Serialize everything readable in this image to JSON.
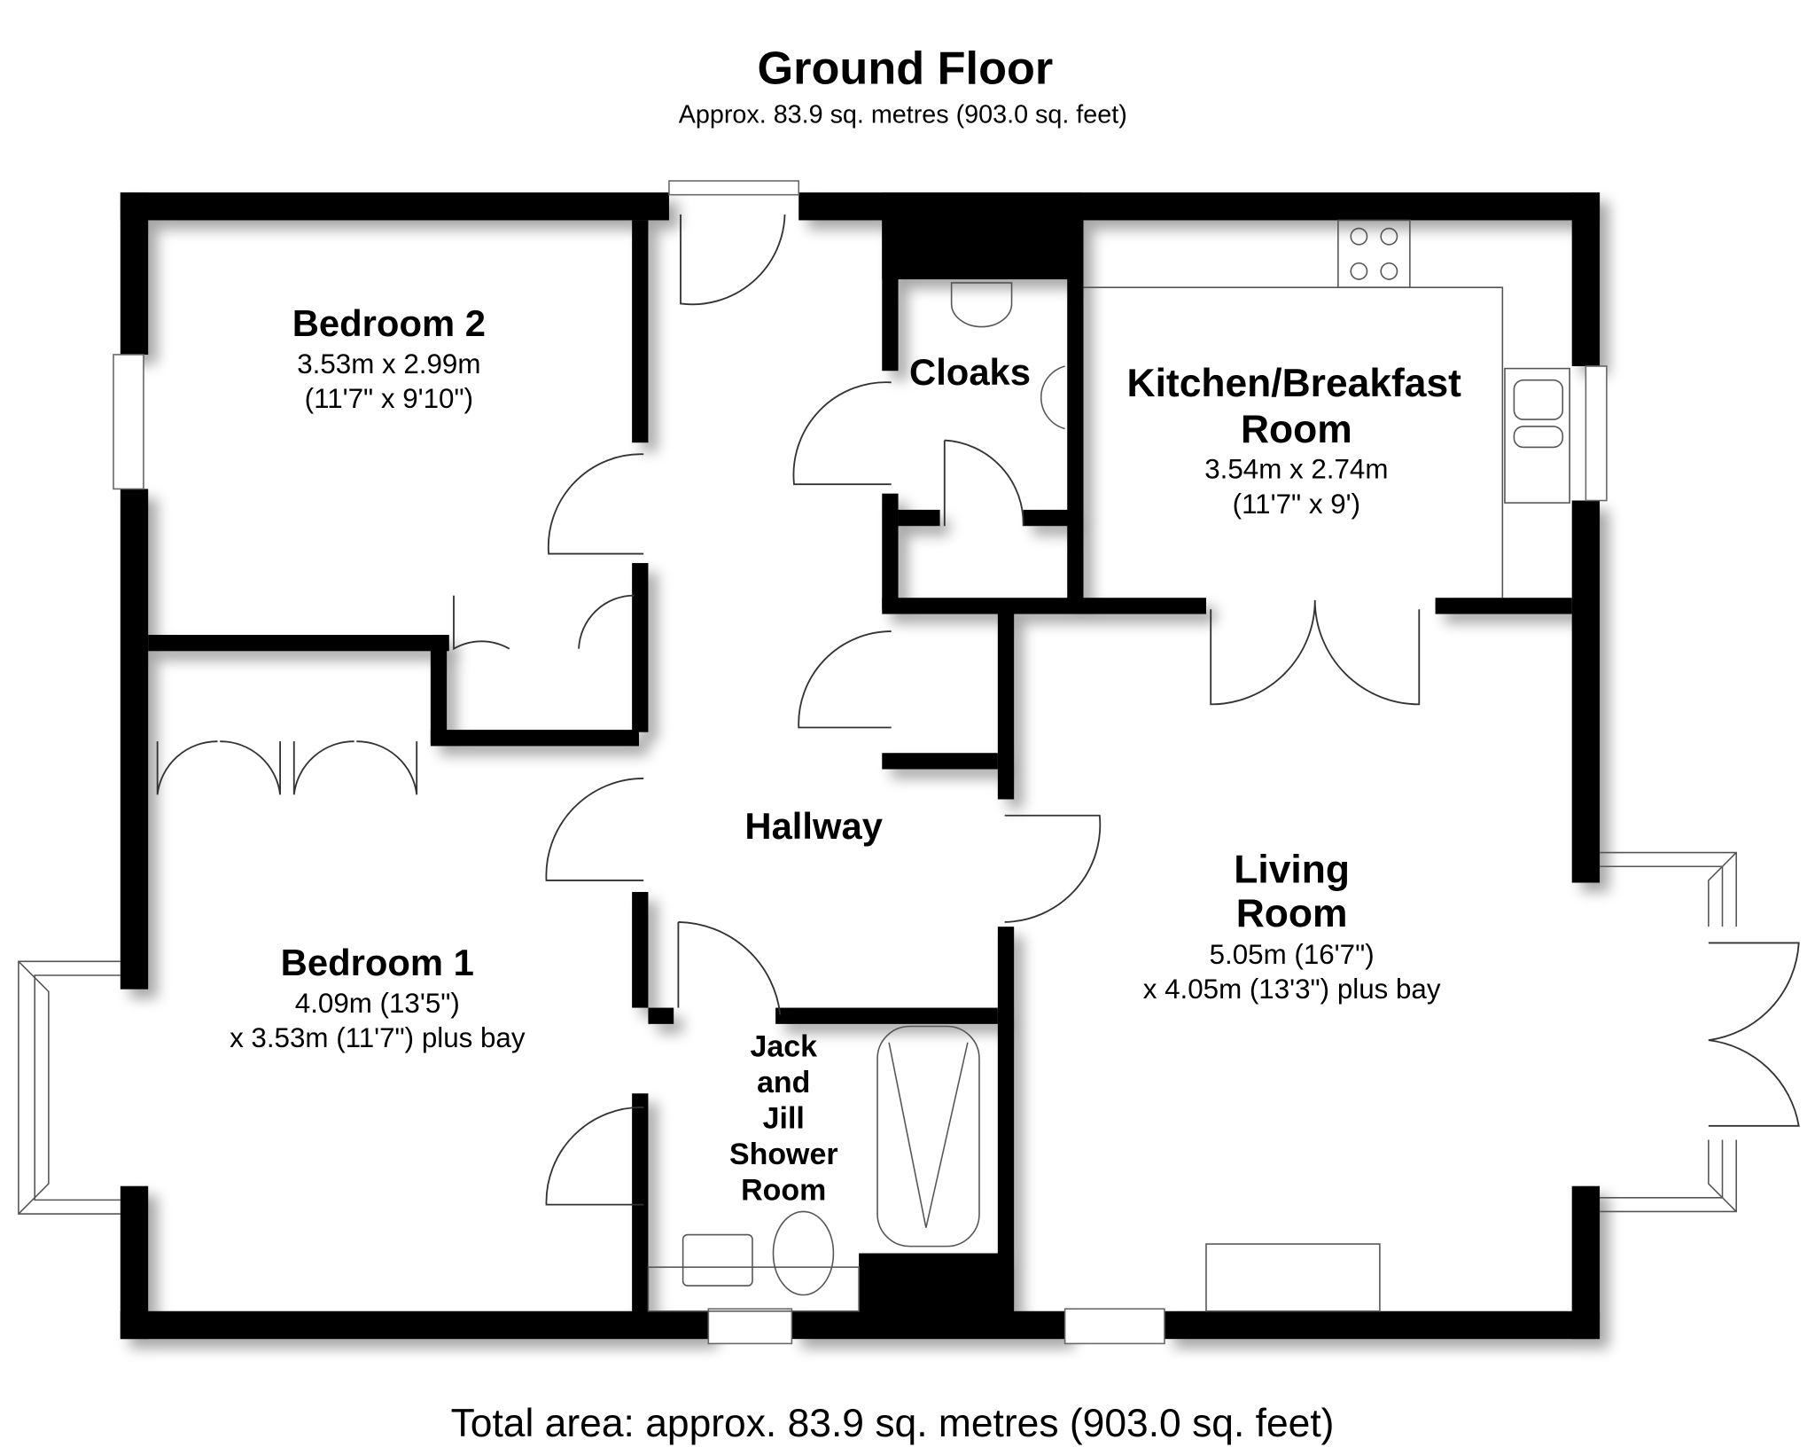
{
  "header": {
    "title": "Ground Floor",
    "subtitle": "Approx. 83.9 sq. metres (903.0 sq. feet)"
  },
  "footer": {
    "total_area": "Total area: approx. 83.9 sq. metres (903.0 sq. feet)"
  },
  "rooms": {
    "bedroom2": {
      "name": "Bedroom 2",
      "dim1": "3.53m x 2.99m",
      "dim2": "(11'7\" x 9'10\")"
    },
    "cloaks": {
      "name": "Cloaks"
    },
    "kitchen": {
      "name1": "Kitchen/Breakfast",
      "name2": "Room",
      "dim1": "3.54m x 2.74m",
      "dim2": "(11'7\" x 9')"
    },
    "hallway": {
      "name": "Hallway"
    },
    "living": {
      "name1": "Living",
      "name2": "Room",
      "dim1": "5.05m (16'7\")",
      "dim2": "x 4.05m (13'3\") plus bay"
    },
    "bedroom1": {
      "name": "Bedroom 1",
      "dim1": "4.09m (13'5\")",
      "dim2": "x 3.53m (11'7\") plus bay"
    },
    "shower": {
      "line1": "Jack",
      "line2": "and",
      "line3": "Jill",
      "line4": "Shower",
      "line5": "Room"
    }
  }
}
